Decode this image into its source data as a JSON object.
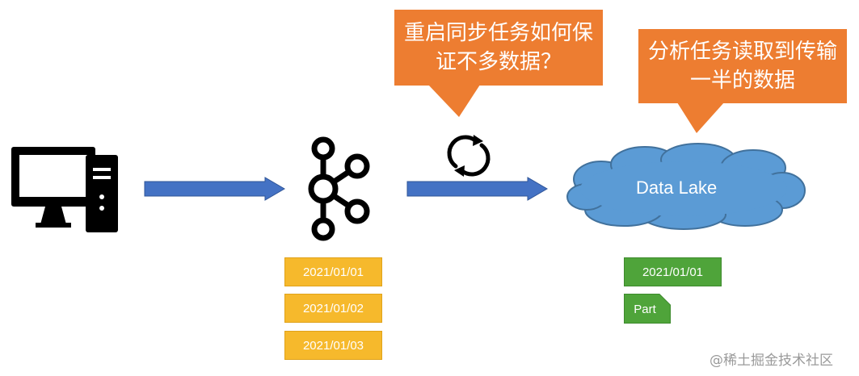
{
  "callouts": {
    "restart": {
      "line1": "重启同步任务如何保",
      "line2": "证不多数据？"
    },
    "analysis": {
      "line1": "分析任务读取到传输",
      "line2": "一半的数据"
    }
  },
  "data_lake": {
    "label": "Data Lake"
  },
  "kafka_partitions": [
    "2021/01/01",
    "2021/01/02",
    "2021/01/03"
  ],
  "lake_files": {
    "complete": "2021/01/01",
    "partial": "Part"
  },
  "watermark": "@稀土掘金技术社区",
  "colors": {
    "callout": "#ED7D31",
    "arrow": "#4472C4",
    "yellow_tag": "#F6B92C",
    "green_tag": "#4FA43A",
    "cloud": "#5B9BD5"
  },
  "icons": [
    "computer-icon",
    "kafka-icon",
    "refresh-icon"
  ]
}
